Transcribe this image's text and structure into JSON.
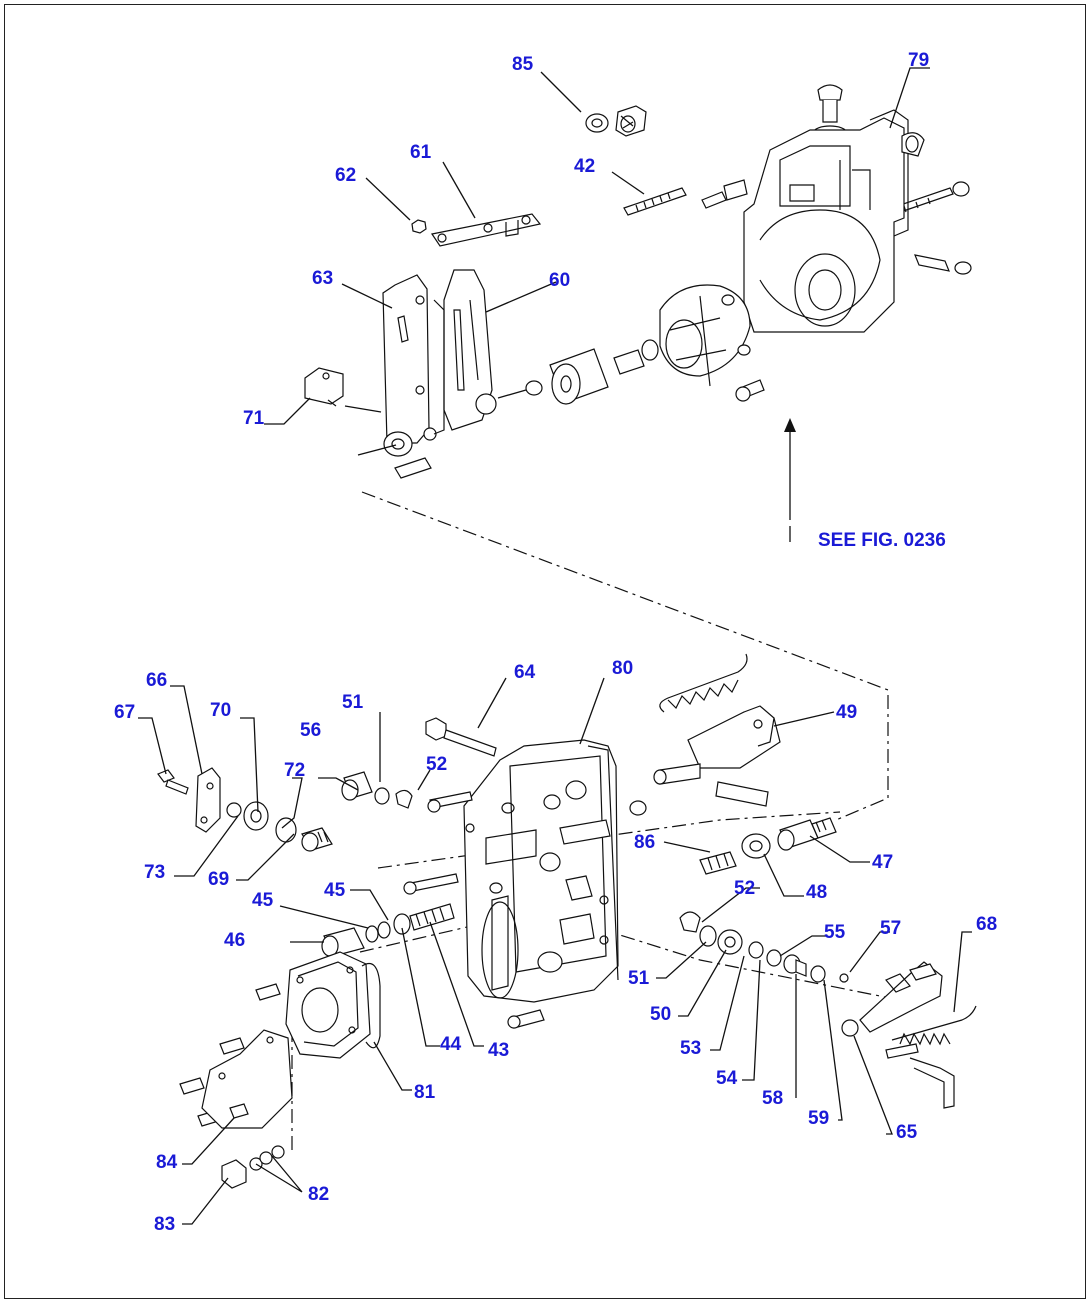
{
  "reference": {
    "text": "SEE FIG. 0236"
  },
  "callouts": [
    {
      "id": "c85",
      "text": "85"
    },
    {
      "id": "c79",
      "text": "79"
    },
    {
      "id": "c61",
      "text": "61"
    },
    {
      "id": "c62",
      "text": "62"
    },
    {
      "id": "c42",
      "text": "42"
    },
    {
      "id": "c63",
      "text": "63"
    },
    {
      "id": "c60",
      "text": "60"
    },
    {
      "id": "c71",
      "text": "71"
    },
    {
      "id": "c66",
      "text": "66"
    },
    {
      "id": "c67",
      "text": "67"
    },
    {
      "id": "c70",
      "text": "70"
    },
    {
      "id": "c64",
      "text": "64"
    },
    {
      "id": "c80",
      "text": "80"
    },
    {
      "id": "c51a",
      "text": "51"
    },
    {
      "id": "c56",
      "text": "56"
    },
    {
      "id": "c52a",
      "text": "52"
    },
    {
      "id": "c72",
      "text": "72"
    },
    {
      "id": "c49",
      "text": "49"
    },
    {
      "id": "c73",
      "text": "73"
    },
    {
      "id": "c69",
      "text": "69"
    },
    {
      "id": "c86",
      "text": "86"
    },
    {
      "id": "c47",
      "text": "47"
    },
    {
      "id": "c48",
      "text": "48"
    },
    {
      "id": "c52b",
      "text": "52"
    },
    {
      "id": "c45a",
      "text": "45"
    },
    {
      "id": "c45b",
      "text": "45"
    },
    {
      "id": "c46",
      "text": "46"
    },
    {
      "id": "c55",
      "text": "55"
    },
    {
      "id": "c57",
      "text": "57"
    },
    {
      "id": "c68",
      "text": "68"
    },
    {
      "id": "c51b",
      "text": "51"
    },
    {
      "id": "c50",
      "text": "50"
    },
    {
      "id": "c44",
      "text": "44"
    },
    {
      "id": "c43",
      "text": "43"
    },
    {
      "id": "c53",
      "text": "53"
    },
    {
      "id": "c81",
      "text": "81"
    },
    {
      "id": "c54",
      "text": "54"
    },
    {
      "id": "c58",
      "text": "58"
    },
    {
      "id": "c59",
      "text": "59"
    },
    {
      "id": "c65",
      "text": "65"
    },
    {
      "id": "c84",
      "text": "84"
    },
    {
      "id": "c82",
      "text": "82"
    },
    {
      "id": "c83",
      "text": "83"
    }
  ]
}
